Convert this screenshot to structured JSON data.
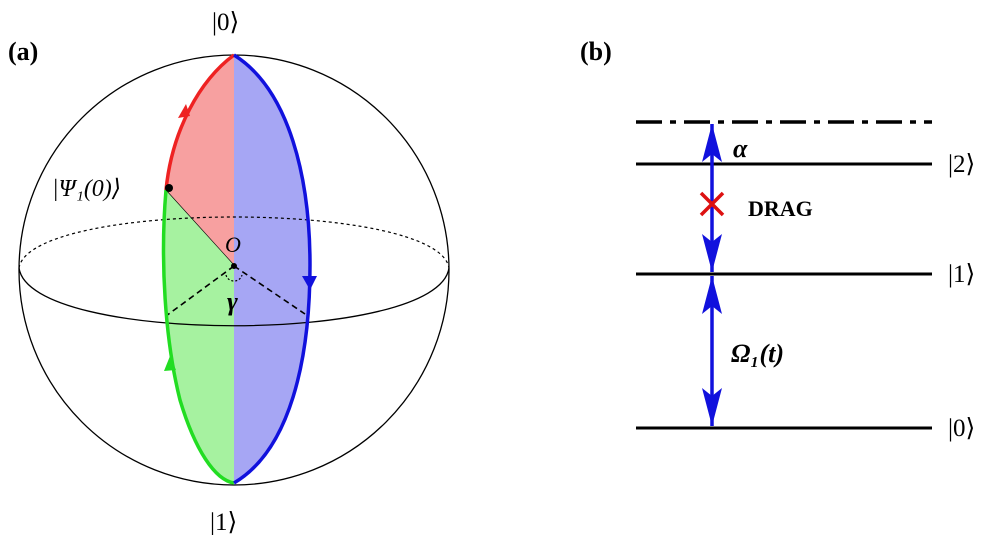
{
  "panel_a": {
    "label": "(a)",
    "ket_top": "|0⟩",
    "ket_bottom": "|1⟩",
    "psi_label": "|Ψ₁(0)⟩",
    "origin_label": "O",
    "angle_label": "γ",
    "colors": {
      "red": "#ee2222",
      "green": "#22dd22",
      "blue": "#1111dd",
      "red_fill": "#f7a0a0",
      "green_fill": "#a6f2a0",
      "blue_fill": "#a6a6f4"
    }
  },
  "panel_b": {
    "label": "(b)",
    "levels": [
      "|2⟩",
      "|1⟩",
      "|0⟩"
    ],
    "alpha_label": "α",
    "drag_label": "DRAG",
    "omega_label": "Ω₁(t)",
    "colors": {
      "arrow": "#1111dd",
      "cross": "#dd1111"
    }
  }
}
